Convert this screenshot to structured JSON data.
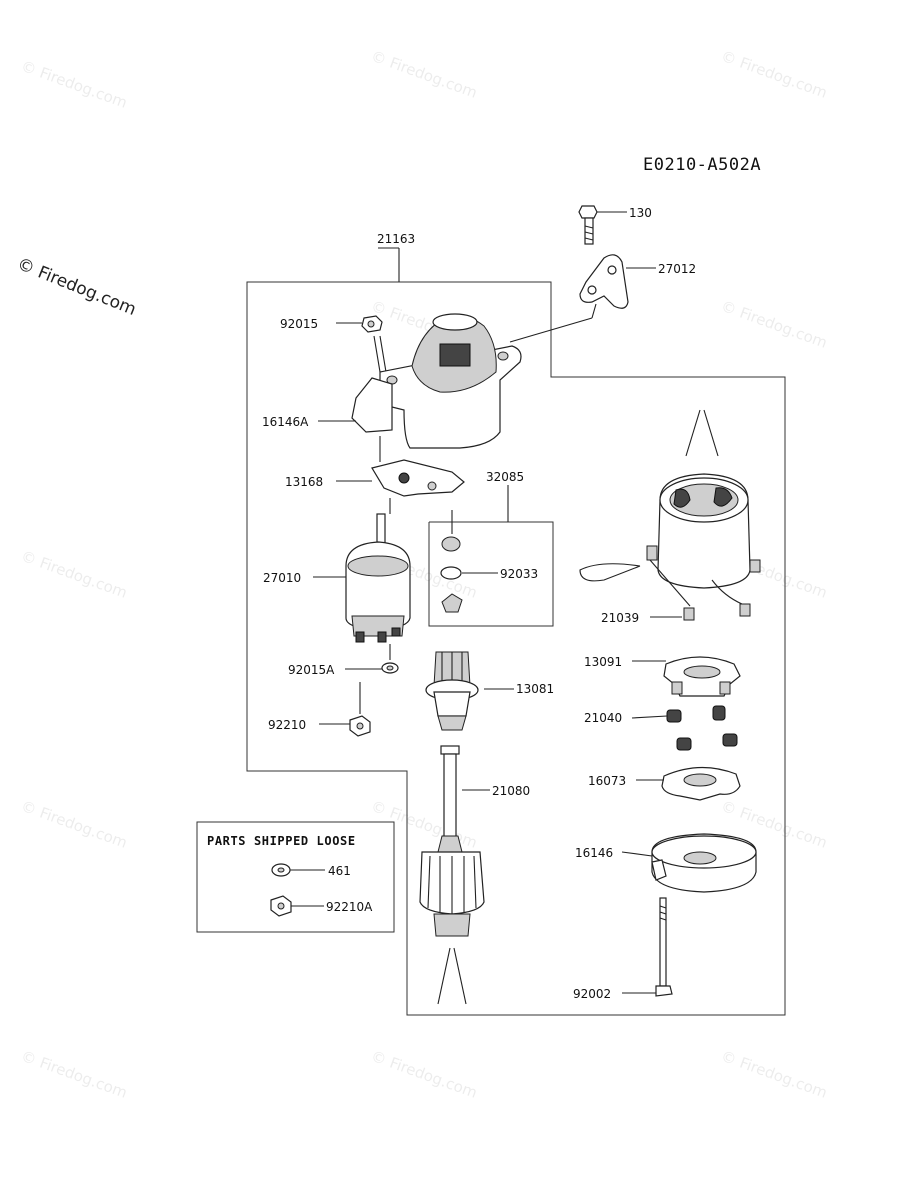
{
  "diagram_code": "E0210-A502A",
  "watermark": "© Firedog.com",
  "loose_parts_title": "PARTS SHIPPED LOOSE",
  "labels": {
    "p21163": "21163",
    "p130": "130",
    "p27012": "27012",
    "p92015": "92015",
    "p16146A": "16146A",
    "p13168": "13168",
    "p32085": "32085",
    "p27010": "27010",
    "p92033": "92033",
    "p21039": "21039",
    "p13091": "13091",
    "p92015A": "92015A",
    "p13081": "13081",
    "p21040": "21040",
    "p92210": "92210",
    "p16073": "16073",
    "p21080": "21080",
    "p16146": "16146",
    "p461": "461",
    "p92210A": "92210A",
    "p92002": "92002"
  }
}
